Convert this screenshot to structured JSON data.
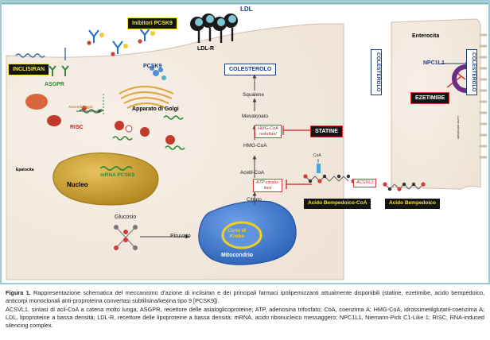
{
  "figure": {
    "inhibitors_label": "Inibitori PCSK9",
    "ldl_label": "LDL",
    "ldlr_label": "LDL-R",
    "inclisiran_label": "INCLISIRAN",
    "asgpr_label": "ASGPR",
    "pcsk9_label": "PCSK9",
    "golgi_label": "Apparato di Golgi",
    "assembly_label": "Assemblaggio",
    "risc_label": "RISC",
    "hepatocyte_label": "Epatocita",
    "nucleus_label": "Nucleo",
    "mrna_label": "mRNA PCSK9",
    "glucose_label": "Glucosio",
    "pyruvate_label": "Piruvato",
    "krebs_label": [
      "Ciclo di",
      "Krebs"
    ],
    "mito_label": "Mitocondrio",
    "citrate_label": "Citrato",
    "acetyl_coa_label": "Acetil-CoA",
    "hmg_coa_label": "HMG-CoA",
    "mevalonate_label": "Mevalonato",
    "squalene_label": "Squalene",
    "cholesterol_label": "COLESTEROLO",
    "statins_label": "STATINE",
    "hmgcoa_reductase_label": [
      "HMG-CoA",
      "reduttasi"
    ],
    "atp_citrate_lyase_label": [
      "ATP citrato-",
      "liasi"
    ],
    "acsvl1_label": "ACSVL1",
    "coa_label": "CoA",
    "bempedoic_coa_label": "Acido Bempedoico-CoA",
    "bempedoic_label": "Acido Bempedoico",
    "enterocyte_label": "Enterocita",
    "npc1l1_label": "NPC1L1",
    "ezetimibe_label": "EZETIMIBE",
    "lumen_label": "Lume intestinale",
    "cholesterol_vertical_left": "COLESTEROLO",
    "cholesterol_vertical_right": "COLESTEROLO",
    "colors": {
      "border_teal": "#7eb9c4",
      "cell_fill": "#f4ece4",
      "navy": "#1c3f7a",
      "inhibitor_red": "#d43a3a",
      "mito_blue": "#3f79d2",
      "nucleus_gold": "#c39a2b",
      "npc1l1_purple": "#6c2d86"
    }
  },
  "caption": {
    "figure_number": "Figura 1.",
    "title_text": " Rappresentazione schematica del meccanismo d’azione di inclisiran e dei principali farmaci ipolipemizzanti attualmente disponibili (statine, ezetimibe, acido bempedoico, anticorpi monoclonali anti-proproteina convertasi subtilisina/kexina tipo 9 [PCSK9]).",
    "abbreviations": "ACSVL1, sintasi di acil-CoA a catena molto lunga; ASGPR, recettore delle asialoglicoproteine; ATP, adenosina trifosfato; CoA, coenzima A; HMG-CoA, idrossimetilglutaril-coenzima A; LDL, lipoproteine a bassa densità; LDL-R, recettore delle lipoproteine a bassa densità; mRNA, acido ribonucleico messaggero; NPC1L1, Niemann-Pick C1-Like 1; RISC, RNA-induced silencing complex."
  }
}
